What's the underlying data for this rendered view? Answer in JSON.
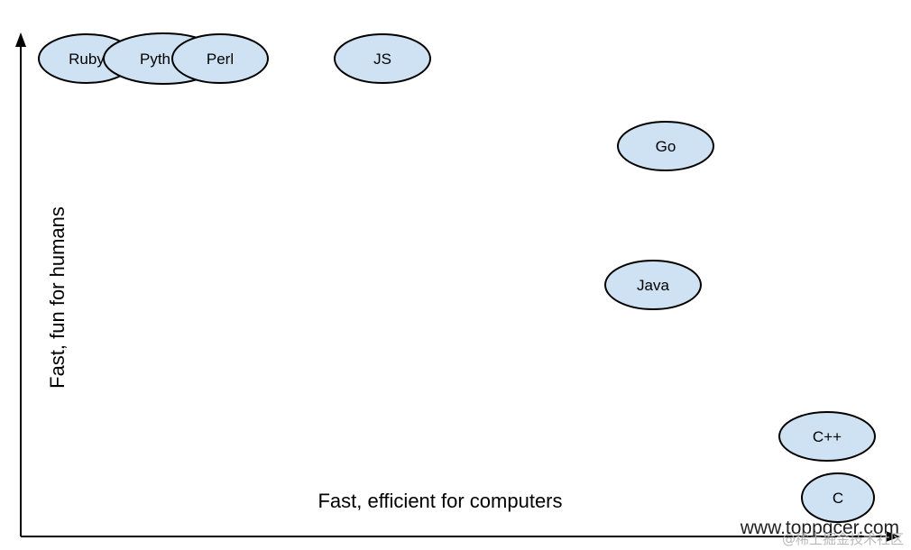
{
  "diagram": {
    "colors": {
      "node_fill": "#cfe2f3",
      "node_stroke": "#000000",
      "axis": "#000000"
    },
    "y_axis_label": "Fast, fun for humans",
    "x_axis_label": "Fast, efficient for computers",
    "nodes": [
      {
        "label": "Ruby"
      },
      {
        "label": "Pyth"
      },
      {
        "label": "Perl"
      },
      {
        "label": "JS"
      },
      {
        "label": "Go"
      },
      {
        "label": "Java"
      },
      {
        "label": "C++"
      },
      {
        "label": "C"
      }
    ]
  },
  "watermark": {
    "text": "www.toppgcer.com",
    "subtext": "@稀土掘金技术社区"
  }
}
